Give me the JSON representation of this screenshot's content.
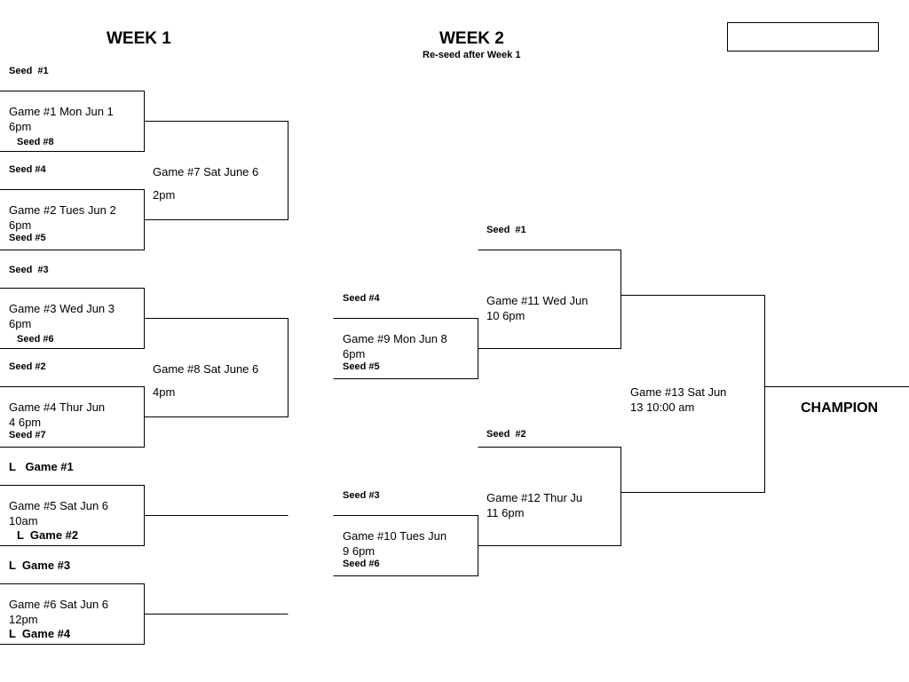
{
  "headers": {
    "week1": "WEEK 1",
    "week2": "WEEK 2",
    "week2_note": "Re-seed after Week 1",
    "name_box": ""
  },
  "week1": {
    "seeds": {
      "s1": "Seed  #1",
      "s8": "Seed #8",
      "s4": "Seed #4",
      "s5": "Seed #5",
      "s3": "Seed  #3",
      "s6": "Seed #6",
      "s2": "Seed #2",
      "s7": "Seed #7"
    },
    "games": {
      "g1": [
        "Game #1 Mon Jun 1",
        "6pm"
      ],
      "g2": [
        "Game #2 Tues Jun 2",
        "6pm"
      ],
      "g3": [
        "Game #3 Wed Jun 3",
        "6pm"
      ],
      "g4": [
        "Game #4  Thur Jun",
        "4 6pm"
      ],
      "g5": [
        "Game #5 Sat Jun 6",
        "10am"
      ],
      "g6": [
        "Game #6 Sat Jun 6",
        "12pm"
      ],
      "g7": [
        "Game #7 Sat June 6",
        "2pm"
      ],
      "g8": [
        "Game #8 Sat June 6",
        "4pm"
      ]
    },
    "losers": {
      "l1": "L   Game #1",
      "l2": "L  Game #2",
      "l3": "L  Game #3",
      "l4": "L  Game #4"
    }
  },
  "week2": {
    "seeds": {
      "s4": "Seed #4",
      "s5": "Seed #5",
      "s3": "Seed #3",
      "s6": "Seed #6",
      "s1": "Seed  #1",
      "s2": "Seed  #2"
    },
    "games": {
      "g9": [
        "Game #9 Mon Jun 8",
        "6pm"
      ],
      "g10": [
        "Game #10 Tues Jun",
        "9 6pm"
      ],
      "g11": [
        "Game #11 Wed Jun",
        "10 6pm"
      ],
      "g12": [
        "Game #12 Thur Ju",
        "11 6pm"
      ],
      "g13": [
        "Game #13 Sat Jun",
        "13 10:00 am"
      ]
    },
    "champion": "CHAMPION"
  }
}
